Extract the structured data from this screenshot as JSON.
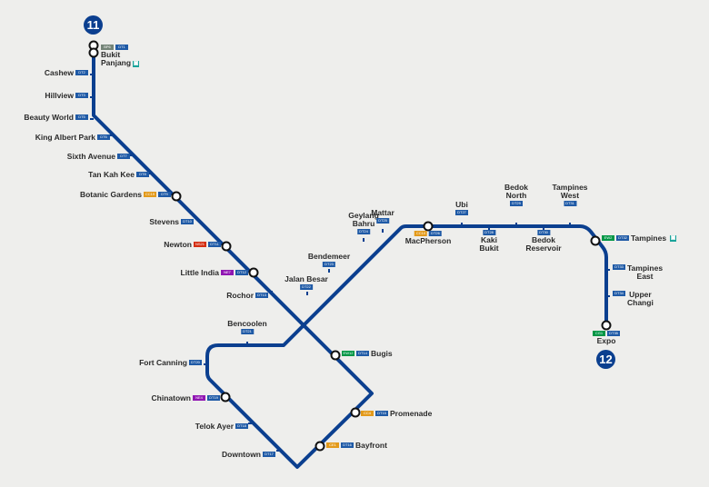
{
  "line_color": "#0b3f8f",
  "code_colors": {
    "DT": "#1f5aa6",
    "CC": "#e39a1b",
    "NS": "#d42e12",
    "NE": "#9016b2",
    "EW": "#009645",
    "CG": "#009645",
    "BP": "#748477"
  },
  "endpoints": {
    "start": "11",
    "end": "12"
  },
  "bus_icon": "bus-interchange-icon",
  "stations": [
    {
      "name": "Bukit Panjang",
      "codes": [
        "BP6",
        "DT1"
      ],
      "bus": true
    },
    {
      "name": "Cashew",
      "codes": [
        "DT2"
      ]
    },
    {
      "name": "Hillview",
      "codes": [
        "DT3"
      ]
    },
    {
      "name": "Beauty World",
      "codes": [
        "DT5"
      ]
    },
    {
      "name": "King Albert Park",
      "codes": [
        "DT6"
      ]
    },
    {
      "name": "Sixth Avenue",
      "codes": [
        "DT7"
      ]
    },
    {
      "name": "Tan Kah Kee",
      "codes": [
        "DT8"
      ]
    },
    {
      "name": "Botanic Gardens",
      "codes": [
        "CC19",
        "DT9"
      ]
    },
    {
      "name": "Stevens",
      "codes": [
        "DT10"
      ]
    },
    {
      "name": "Newton",
      "codes": [
        "NS21",
        "DT11"
      ]
    },
    {
      "name": "Little India",
      "codes": [
        "NE7",
        "DT12"
      ]
    },
    {
      "name": "Rochor",
      "codes": [
        "DT13"
      ]
    },
    {
      "name": "Bugis",
      "codes": [
        "EW12",
        "DT14"
      ]
    },
    {
      "name": "Promenade",
      "codes": [
        "CC4",
        "DT15"
      ]
    },
    {
      "name": "Bayfront",
      "codes": [
        "CE1",
        "DT16"
      ]
    },
    {
      "name": "Downtown",
      "codes": [
        "DT17"
      ]
    },
    {
      "name": "Telok Ayer",
      "codes": [
        "DT18"
      ]
    },
    {
      "name": "Chinatown",
      "codes": [
        "NE4",
        "DT19"
      ]
    },
    {
      "name": "Fort Canning",
      "codes": [
        "DT20"
      ]
    },
    {
      "name": "Bencoolen",
      "codes": [
        "DT21"
      ]
    },
    {
      "name": "Jalan Besar",
      "codes": [
        "DT22"
      ]
    },
    {
      "name": "Bendemeer",
      "codes": [
        "DT23"
      ]
    },
    {
      "name": "Geylang Bahru",
      "codes": [
        "DT24"
      ]
    },
    {
      "name": "Mattar",
      "codes": [
        "DT25"
      ]
    },
    {
      "name": "MacPherson",
      "codes": [
        "CC10",
        "DT26"
      ]
    },
    {
      "name": "Ubi",
      "codes": [
        "DT27"
      ]
    },
    {
      "name": "Kaki Bukit",
      "codes": [
        "DT28"
      ]
    },
    {
      "name": "Bedok North",
      "codes": [
        "DT29"
      ]
    },
    {
      "name": "Bedok Reservoir",
      "codes": [
        "DT30"
      ]
    },
    {
      "name": "Tampines West",
      "codes": [
        "DT31"
      ]
    },
    {
      "name": "Tampines",
      "codes": [
        "EW2",
        "DT32"
      ],
      "bus": true
    },
    {
      "name": "Tampines East",
      "codes": [
        "DT33"
      ]
    },
    {
      "name": "Upper Changi",
      "codes": [
        "DT34"
      ]
    },
    {
      "name": "Expo",
      "codes": [
        "CG1",
        "DT35"
      ]
    }
  ]
}
